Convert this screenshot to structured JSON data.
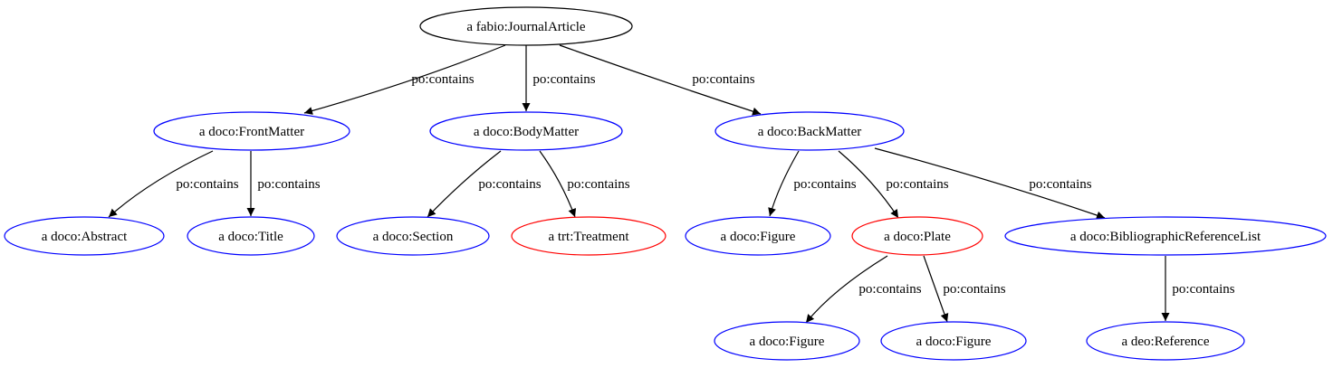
{
  "colors": {
    "black": "#000000",
    "blue": "#0000ff",
    "red": "#ff0000"
  },
  "nodes": [
    {
      "id": "journal-article",
      "label": "a fabio:JournalArticle",
      "color": "black"
    },
    {
      "id": "front-matter",
      "label": "a doco:FrontMatter",
      "color": "blue"
    },
    {
      "id": "body-matter",
      "label": "a doco:BodyMatter",
      "color": "blue"
    },
    {
      "id": "back-matter",
      "label": "a doco:BackMatter",
      "color": "blue"
    },
    {
      "id": "abstract",
      "label": "a doco:Abstract",
      "color": "blue"
    },
    {
      "id": "title",
      "label": "a doco:Title",
      "color": "blue"
    },
    {
      "id": "section",
      "label": "a doco:Section",
      "color": "blue"
    },
    {
      "id": "treatment",
      "label": "a trt:Treatment",
      "color": "red"
    },
    {
      "id": "figure-1",
      "label": "a doco:Figure",
      "color": "blue"
    },
    {
      "id": "plate",
      "label": "a doco:Plate",
      "color": "red"
    },
    {
      "id": "bib-ref-list",
      "label": "a doco:BibliographicReferenceList",
      "color": "blue"
    },
    {
      "id": "figure-2",
      "label": "a doco:Figure",
      "color": "blue"
    },
    {
      "id": "figure-3",
      "label": "a doco:Figure",
      "color": "blue"
    },
    {
      "id": "reference",
      "label": "a deo:Reference",
      "color": "blue"
    }
  ],
  "edges": [
    {
      "from": "journal-article",
      "to": "front-matter",
      "label": "po:contains"
    },
    {
      "from": "journal-article",
      "to": "body-matter",
      "label": "po:contains"
    },
    {
      "from": "journal-article",
      "to": "back-matter",
      "label": "po:contains"
    },
    {
      "from": "front-matter",
      "to": "abstract",
      "label": "po:contains"
    },
    {
      "from": "front-matter",
      "to": "title",
      "label": "po:contains"
    },
    {
      "from": "body-matter",
      "to": "section",
      "label": "po:contains"
    },
    {
      "from": "body-matter",
      "to": "treatment",
      "label": "po:contains"
    },
    {
      "from": "back-matter",
      "to": "figure-1",
      "label": "po:contains"
    },
    {
      "from": "back-matter",
      "to": "plate",
      "label": "po:contains"
    },
    {
      "from": "back-matter",
      "to": "bib-ref-list",
      "label": "po:contains"
    },
    {
      "from": "plate",
      "to": "figure-2",
      "label": "po:contains"
    },
    {
      "from": "plate",
      "to": "figure-3",
      "label": "po:contains"
    },
    {
      "from": "bib-ref-list",
      "to": "reference",
      "label": "po:contains"
    }
  ]
}
